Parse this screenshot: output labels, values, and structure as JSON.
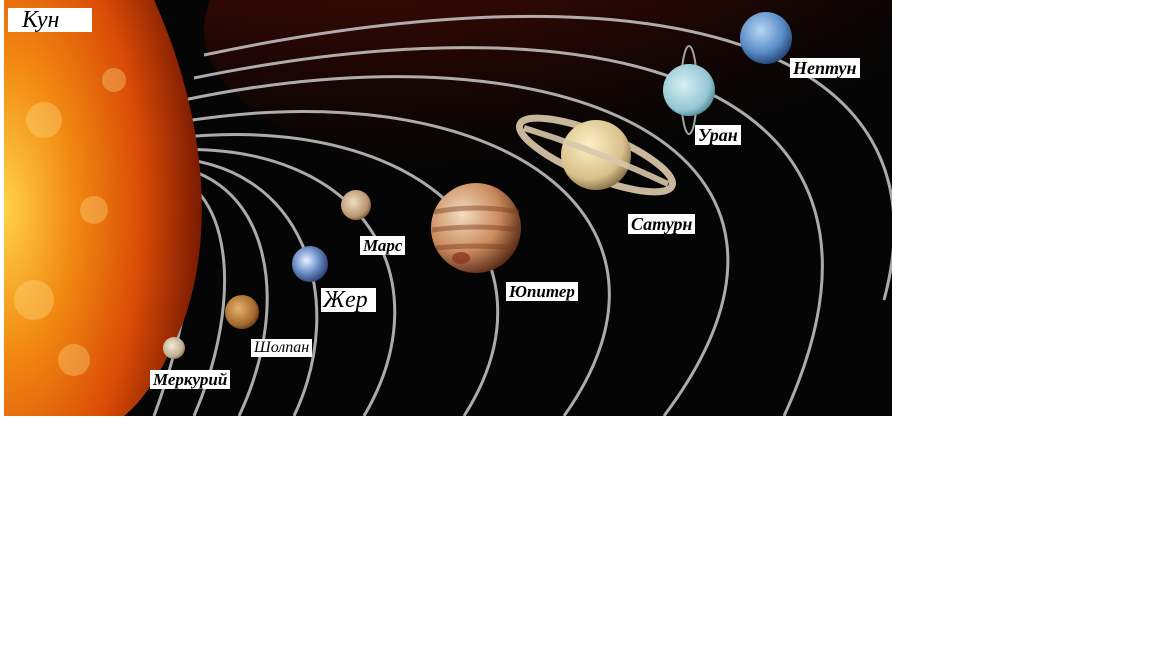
{
  "labels": {
    "sun": "Кун",
    "mercury": "Меркурий",
    "venus": "Шолпан",
    "earth": "Жер",
    "mars": "Марс",
    "jupiter": "Юпитер",
    "saturn": "Сатурн",
    "uranus": "Уран",
    "neptune": "Нептун"
  }
}
